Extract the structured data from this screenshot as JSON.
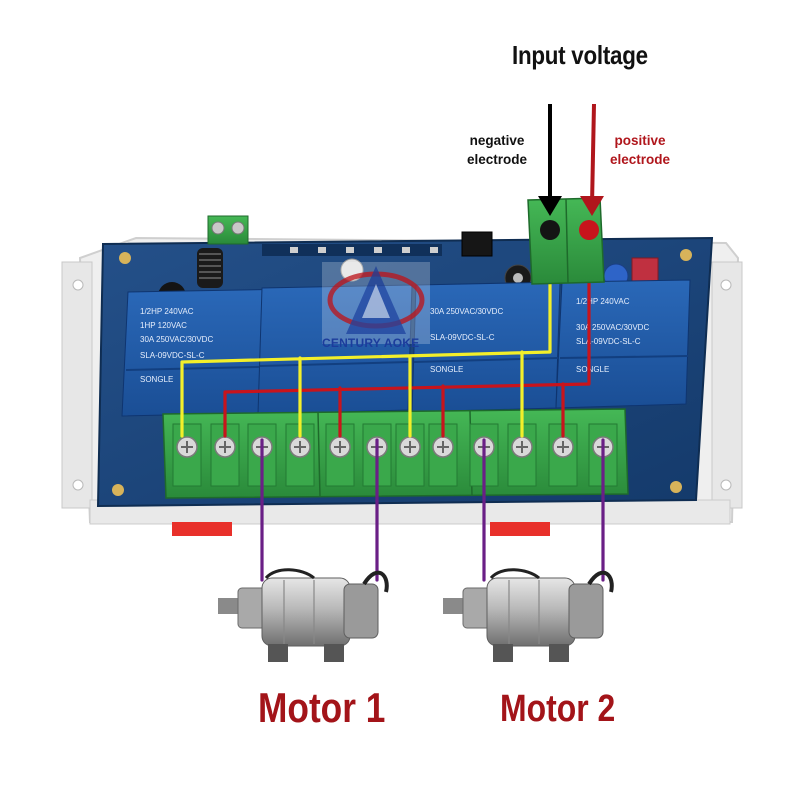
{
  "title": "Input voltage",
  "negative_label": [
    "negative",
    "electrode"
  ],
  "positive_label": [
    "positive",
    "electrode"
  ],
  "motors": [
    "Motor 1",
    "Motor 2"
  ],
  "brand_watermark": "CENTURY AOKE",
  "board_silkscreen": {
    "relay_model": "SLA-09VDC-SL-C",
    "relay_brand": "SONGLE",
    "ratings": [
      "30A 250VAC/30VDC",
      "1HP 120VAC",
      "1/2HP 240VAC"
    ]
  },
  "colors": {
    "title": "#111111",
    "positive": "#b0161c",
    "motor_label": "#a31419",
    "wire_yellow": "#f3ef2a",
    "wire_red": "#c8141c",
    "wire_purple": "#6a1f86",
    "wire_black": "#000000",
    "board": "#17427a",
    "relay": "#1f5aa8",
    "terminal": "#35a246",
    "brand": "#1c3c9c"
  }
}
